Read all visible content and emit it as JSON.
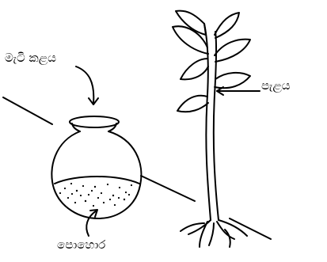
{
  "labels": {
    "clay_pot": "මැටි කළය",
    "plant": "පැළය",
    "fertilizer": "පොහොර"
  }
}
